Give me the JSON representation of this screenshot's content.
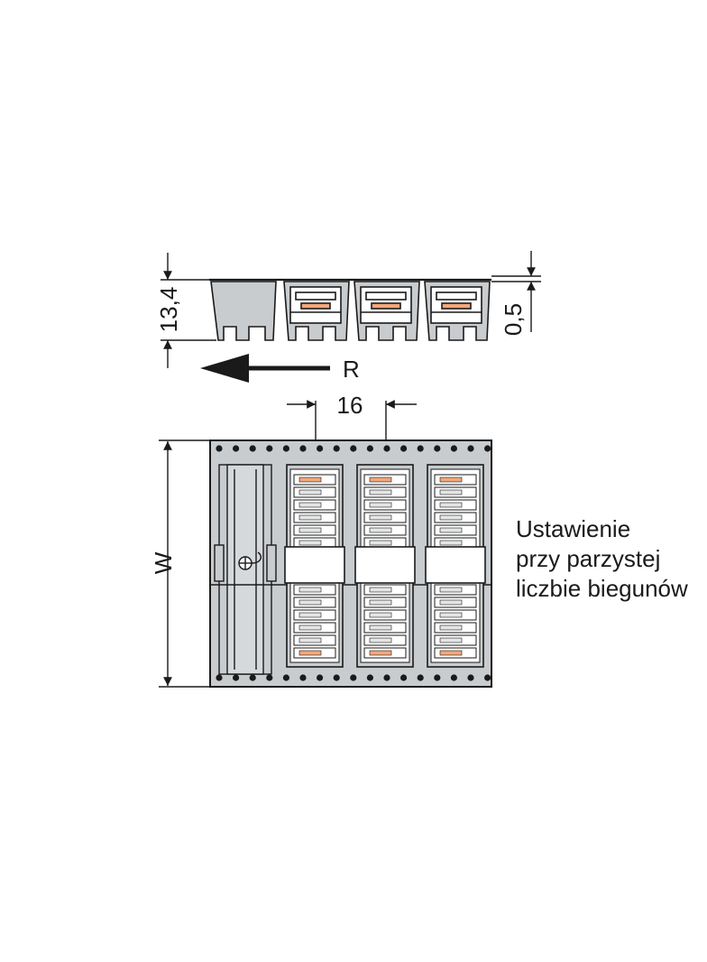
{
  "dimensions": {
    "height_label": "13,4",
    "offset_label": "0,5",
    "pitch_label": "16",
    "width_label": "W",
    "direction_label": "R"
  },
  "note": {
    "lines": [
      "Ustawienie",
      "przy parzystej",
      "liczbie biegunów"
    ]
  },
  "colors": {
    "line": "#1a1a1a",
    "body": "#c9cccf",
    "contact": "#f3a77a"
  }
}
